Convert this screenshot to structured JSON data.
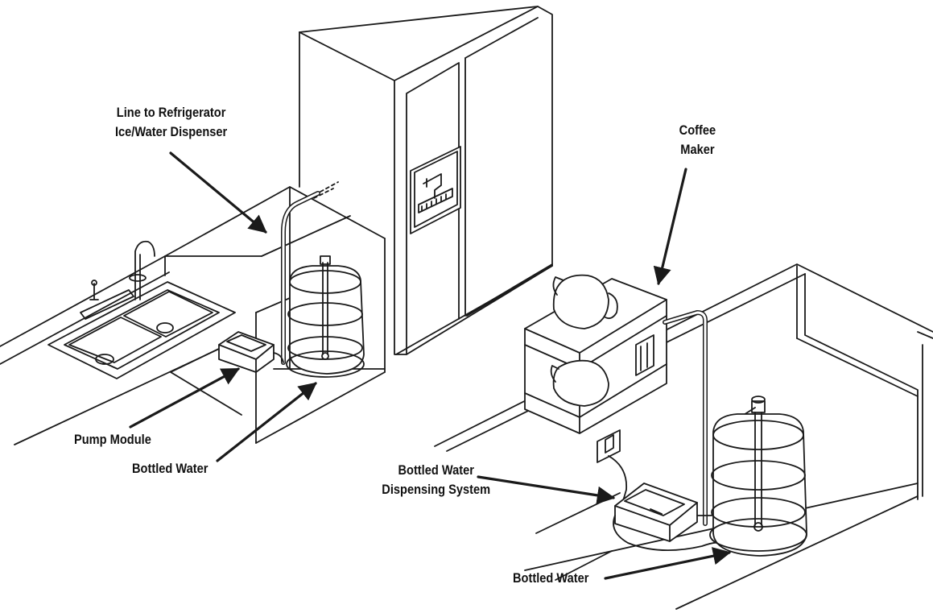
{
  "labels": {
    "refrigerator_line_1": "Line to Refrigerator",
    "refrigerator_line_2": "Ice/Water Dispenser",
    "coffee_maker_1": "Coffee",
    "coffee_maker_2": "Maker",
    "pump_module": "Pump Module",
    "bottled_water_left": "Bottled Water",
    "dispensing_system_1": "Bottled Water",
    "dispensing_system_2": "Dispensing System",
    "bottled_water_right": "Bottled Water"
  },
  "colors": {
    "line": "#1a1a1a",
    "background": "#ffffff"
  }
}
